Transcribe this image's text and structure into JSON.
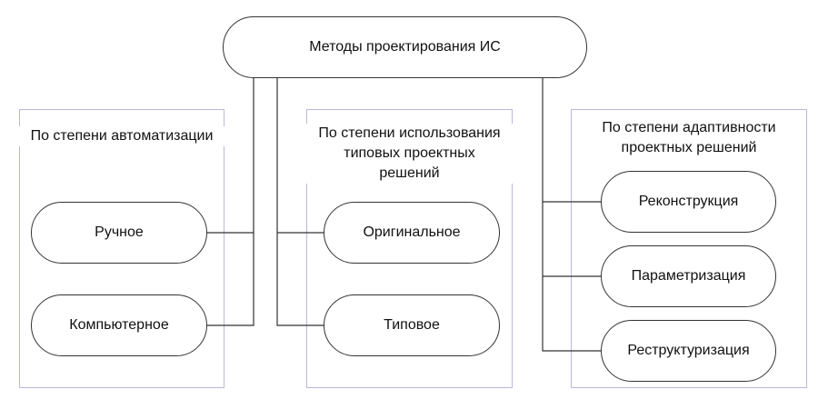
{
  "diagram": {
    "root": {
      "label": "Методы проектирования ИС"
    },
    "groups": [
      {
        "title": "По степени автоматизации",
        "items": [
          {
            "label": "Ручное"
          },
          {
            "label": "Компьютерное"
          }
        ]
      },
      {
        "title_lines": [
          "По степени использования",
          "типовых проектных",
          "решений"
        ],
        "items": [
          {
            "label": "Оригинальное"
          },
          {
            "label": "Типовое"
          }
        ]
      },
      {
        "title_lines": [
          "По степени адаптивности",
          "проектных решений"
        ],
        "items": [
          {
            "label": "Реконструкция"
          },
          {
            "label": "Параметризация"
          },
          {
            "label": "Реструктуризация"
          }
        ]
      }
    ],
    "colors": {
      "line": "#333333",
      "group_border": "#b9b9d8",
      "background": "#ffffff"
    }
  }
}
